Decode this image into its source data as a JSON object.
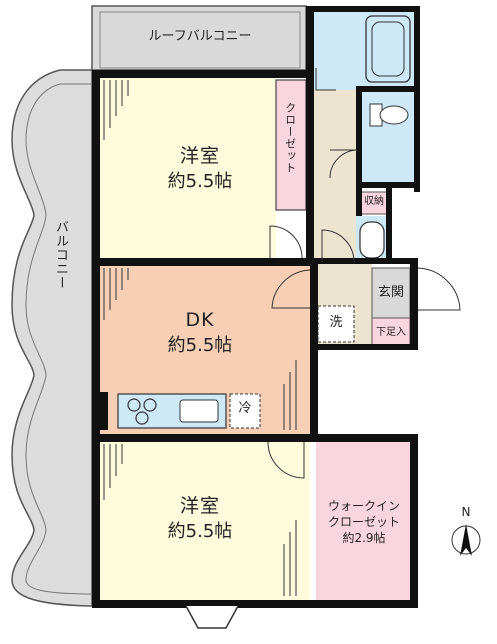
{
  "rooms": {
    "western_top": {
      "name": "洋室",
      "size": "約5.5帖"
    },
    "dk": {
      "name": "DK",
      "size": "約5.5帖"
    },
    "western_bottom": {
      "name": "洋室",
      "size": "約5.5帖"
    },
    "walk_in_closet": {
      "line1": "ウォークイン",
      "line2": "クローゼット",
      "size": "約2.9帖"
    }
  },
  "labels": {
    "roof_balcony": "ルーフバルコニー",
    "balcony": "バルコニー",
    "closet": "クローゼット",
    "storage": "収納",
    "entrance": "玄関",
    "shoe_box": "下足入",
    "washer": "洗",
    "fridge": "冷",
    "compass": "N"
  },
  "colors": {
    "wall": "#111111",
    "western_room": "#fdfbdc",
    "dk": "#f7cfb5",
    "wic": "#f9d5e0",
    "closet": "#f9d5e0",
    "wet_area": "#cde8f7",
    "hall": "#ece4cf",
    "entrance": "#d9d9d9",
    "balcony": "#d9d9d9"
  }
}
